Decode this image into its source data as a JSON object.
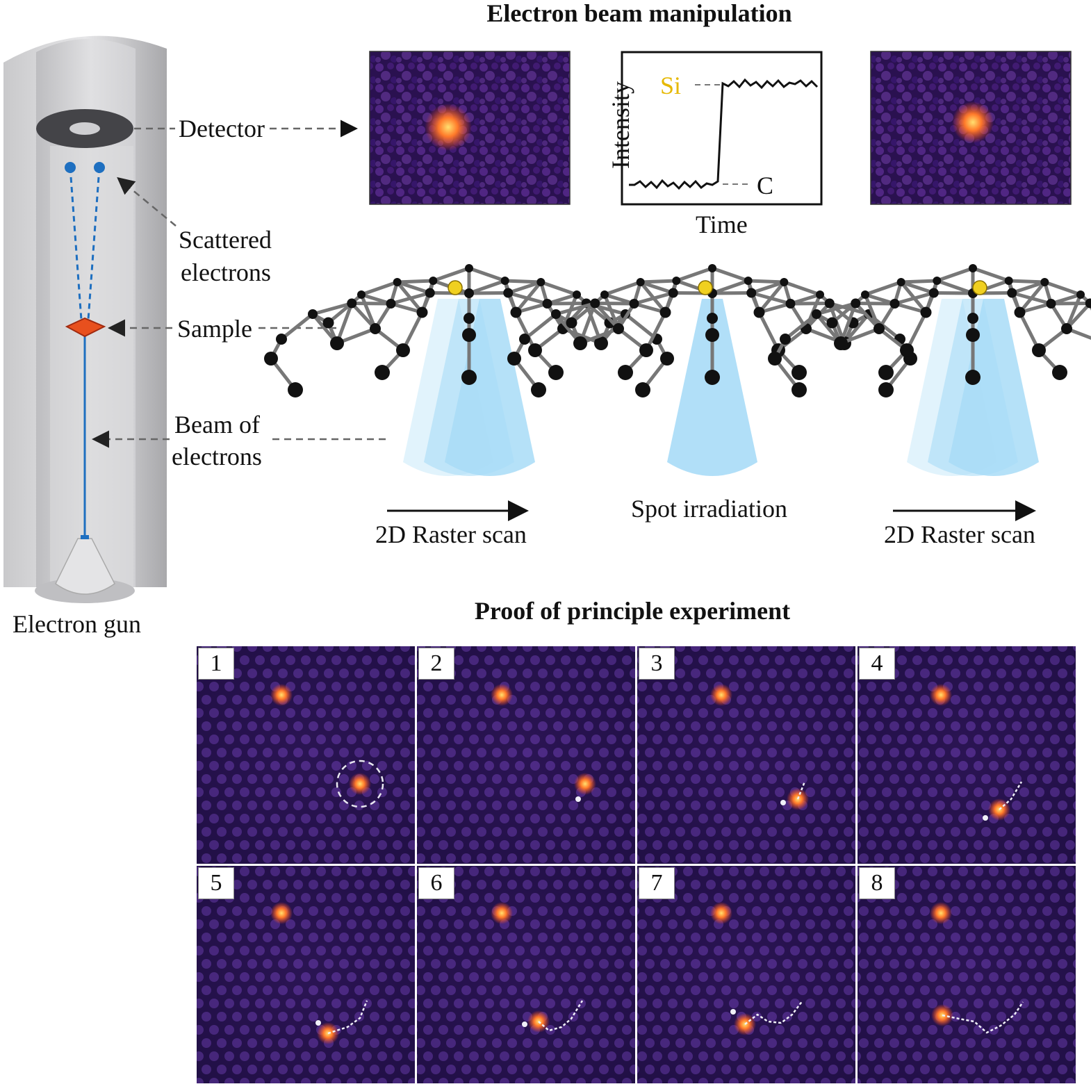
{
  "titles": {
    "manipulation": "Electron beam manipulation",
    "proof": "Proof of principle experiment"
  },
  "microscope_labels": {
    "detector": "Detector",
    "scattered_line1": "Scattered",
    "scattered_line2": "electrons",
    "sample": "Sample",
    "beam_line1": "Beam of",
    "beam_line2": "electrons",
    "gun": "Electron gun"
  },
  "intensity_plot": {
    "ylabel": "Intensity",
    "xlabel": "Time",
    "high_label": "Si",
    "low_label": "C",
    "high_color": "#e6b800"
  },
  "captions": {
    "scan_left": "2D Raster scan",
    "spot": "Spot irradiation",
    "scan_right": "2D Raster scan"
  },
  "panels": [
    "1",
    "2",
    "3",
    "4",
    "5",
    "6",
    "7",
    "8"
  ],
  "colors": {
    "stem_bg": "#1a0b3a",
    "beam": "#a8dcf7",
    "atom_si": "#f0d020",
    "sample": "#e8501e"
  }
}
